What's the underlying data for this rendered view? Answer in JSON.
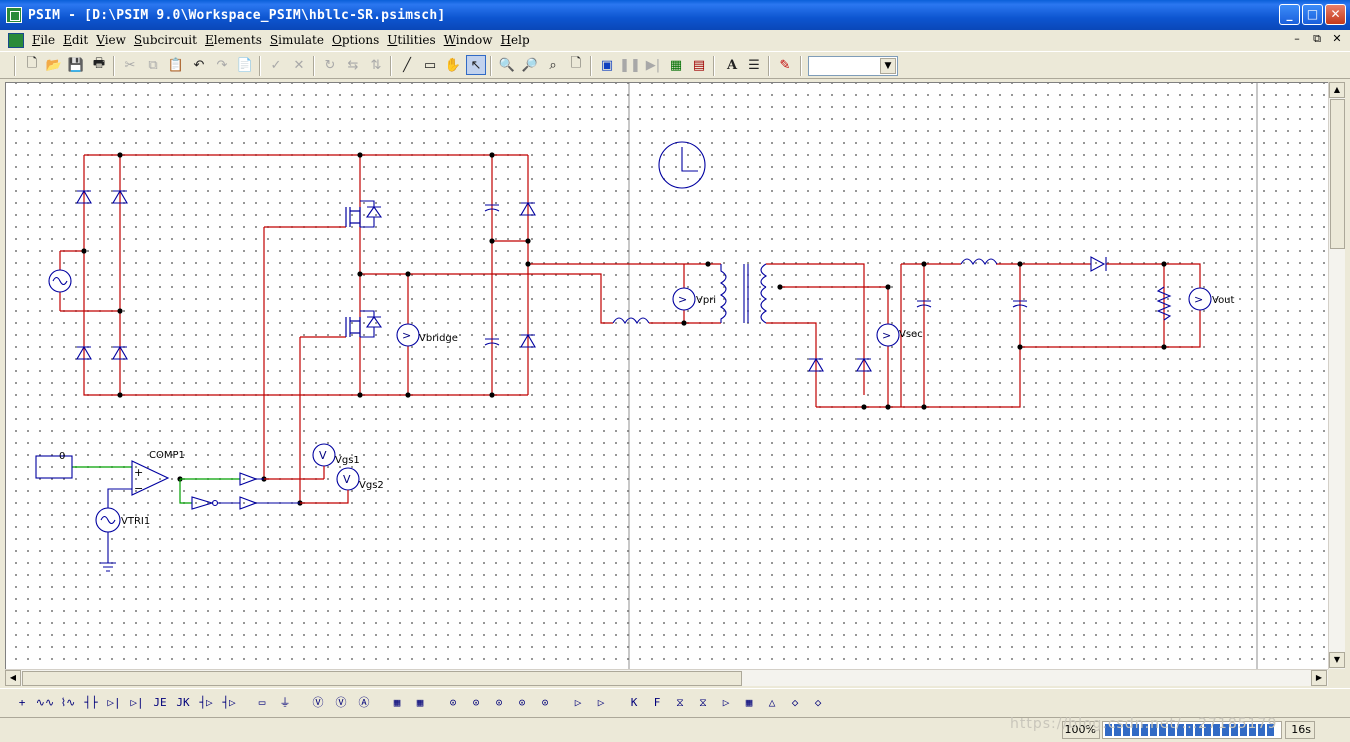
{
  "window": {
    "title": "PSIM - [D:\\PSIM 9.0\\Workspace_PSIM\\hbllc-SR.psimsch]",
    "minimize": "_",
    "maximize": "□",
    "close": "✕"
  },
  "menu": [
    "File",
    "Edit",
    "View",
    "Subcircuit",
    "Elements",
    "Simulate",
    "Options",
    "Utilities",
    "Window",
    "Help"
  ],
  "mdi_controls": [
    "–",
    "⧉",
    "✕"
  ],
  "toolbar_icons": [
    "new-icon",
    "open-icon",
    "save-icon",
    "print-icon",
    "cut-icon",
    "copy-icon",
    "paste-icon",
    "undo-icon",
    "redo-icon",
    "paste-special-icon",
    "check-icon",
    "cancel-icon",
    "rotate-icon",
    "flip-h-icon",
    "flip-v-icon",
    "wire-icon",
    "label-icon",
    "pan-icon",
    "select-icon",
    "zoom-in-icon",
    "zoom-out-icon",
    "zoom-fit-icon",
    "page-icon",
    "run-simulation-icon",
    "pause-icon",
    "step-icon",
    "simview-icon",
    "element-list-icon",
    "text-icon",
    "netlist-icon",
    "edit-icon"
  ],
  "toolbar_combo": {
    "value": ""
  },
  "schematic": {
    "labels": {
      "vbridge": "Vbridge",
      "vpri": "Vpri",
      "vsec": "Vsec",
      "vout": "Vout",
      "vgs1": "Vgs1",
      "vgs2": "Vgs2",
      "comp": "COMP1",
      "vtri": "VTRI1",
      "const_value": "0",
      "comp_plus": "+",
      "comp_minus": "−",
      "meter_v": "V",
      "meter_arrow": ">"
    },
    "colors": {
      "power_wire": "#c00000",
      "control_wire": "#00a000",
      "element": "#0000a0",
      "grid_dot": "#7a7a7a"
    }
  },
  "element_toolbar": [
    "+",
    "∿∿",
    "⌇∿",
    "┤├",
    "▷|",
    "▷|",
    "JE",
    "JK",
    "┤▷",
    "┤▷",
    "▭",
    "⏚",
    "Ⓥ",
    "Ⓥ",
    "Ⓐ",
    "▦",
    "▦",
    "⊙",
    "⊙",
    "⊙",
    "⊙",
    "⊙",
    "▷",
    "▷",
    "K",
    "F",
    "⧖",
    "⧖",
    "▷",
    "▦",
    "△",
    "◇",
    "◇"
  ],
  "status": {
    "zoom": "100%",
    "progress": 1.0,
    "time": "16s",
    "watermark": "https://blog.csdn.net/...27185179"
  }
}
